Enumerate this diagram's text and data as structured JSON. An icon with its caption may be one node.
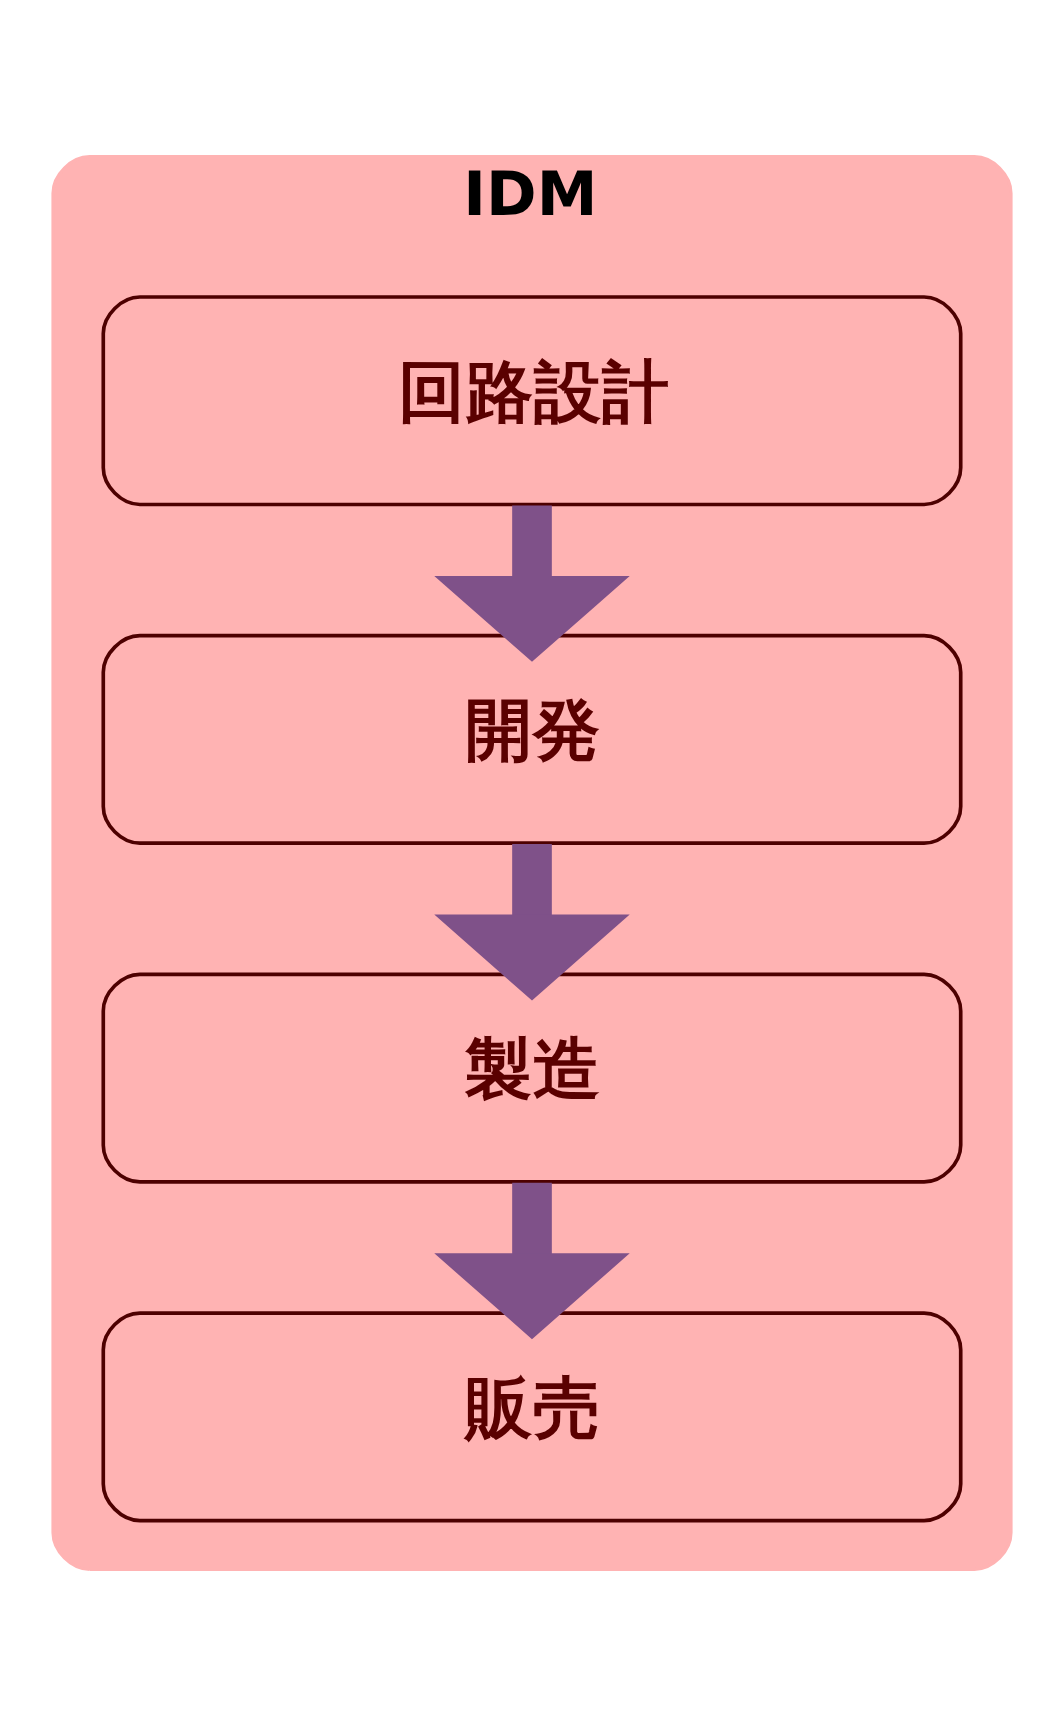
{
  "diagram": {
    "nodes": [
      {
        "text": [
          "IDM"
        ]
      },
      {
        "text": [
          "回路設計"
        ],
        "in": 0
      },
      {
        "text": [
          "開発"
        ],
        "in": 0
      },
      {
        "text": [
          "製造"
        ],
        "in": 0
      },
      {
        "text": [
          "販売"
        ],
        "in": 0
      }
    ],
    "edges": [
      {
        "from": 1,
        "to": 2,
        "arrow": "to"
      },
      {
        "from": 2,
        "to": 3,
        "arrow": "to"
      },
      {
        "from": 3,
        "to": 4,
        "arrow": "to"
      }
    ]
  }
}
